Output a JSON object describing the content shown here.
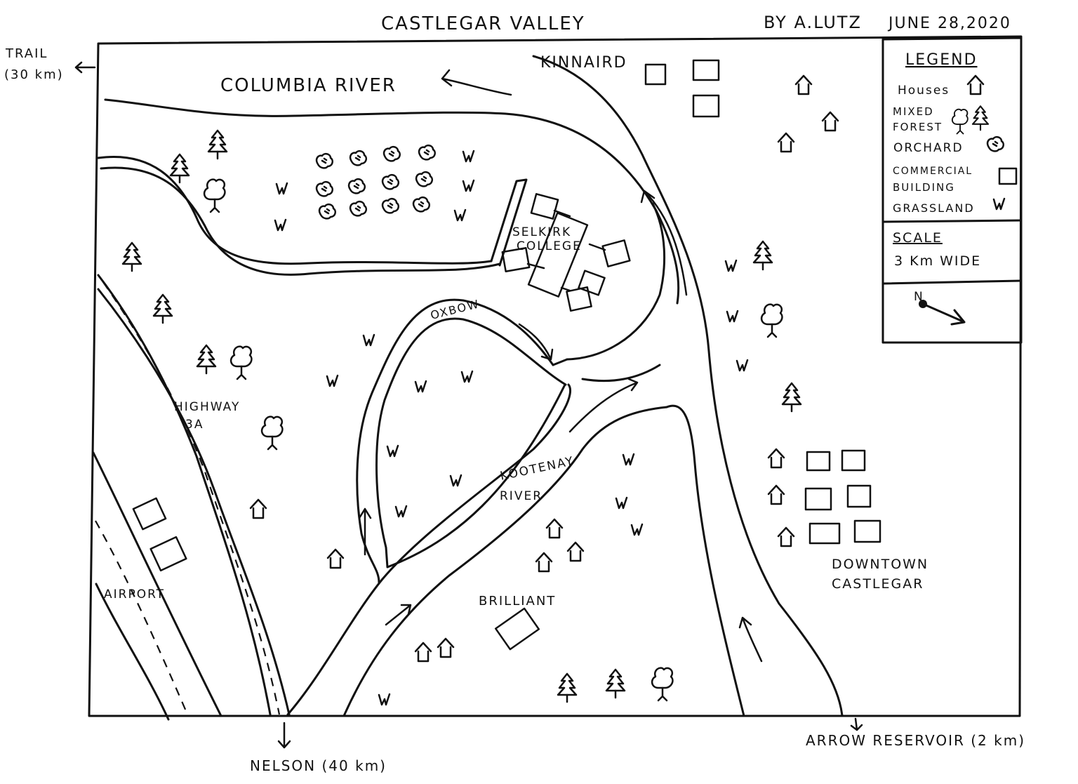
{
  "header": {
    "title": "CASTLEGAR VALLEY",
    "author": "BY A.LUTZ",
    "date": "JUNE 28,2020"
  },
  "edges": {
    "trail_line1": "TRAIL",
    "trail_line2": "(30 km)",
    "nelson": "NELSON (40 km)",
    "arrow_reservoir": "ARROW RESERVOIR (2 km)"
  },
  "places": {
    "columbia_river": "COLUMBIA RIVER",
    "kinnaird": "KINNAIRD",
    "selkirk_line1": "SELKIRK",
    "selkirk_line2": "COLLEGE",
    "oxbow": "OXBOW",
    "highway_line1": "HIGHWAY",
    "highway_line2": "3A",
    "kootenay_line1": "KOOTENAY",
    "kootenay_line2": "RIVER",
    "airport": "AIRPORT",
    "brilliant": "BRILLIANT",
    "downtown_line1": "DOWNTOWN",
    "downtown_line2": "CASTLEGAR"
  },
  "legend": {
    "title": "LEGEND",
    "items": [
      {
        "label_line1": "Houses",
        "label_line2": "",
        "icon": "house-icon"
      },
      {
        "label_line1": "MIXED",
        "label_line2": "FOREST",
        "icon": "mixed-forest-icon"
      },
      {
        "label_line1": "ORCHARD",
        "label_line2": "",
        "icon": "orchard-icon"
      },
      {
        "label_line1": "COMMERCIAL",
        "label_line2": "BUILDING",
        "icon": "commercial-building-icon"
      },
      {
        "label_line1": "GRASSLAND",
        "label_line2": "",
        "icon": "grassland-icon"
      }
    ],
    "scale_title": "SCALE",
    "scale_value": "3 Km WIDE",
    "north_label": "N"
  }
}
